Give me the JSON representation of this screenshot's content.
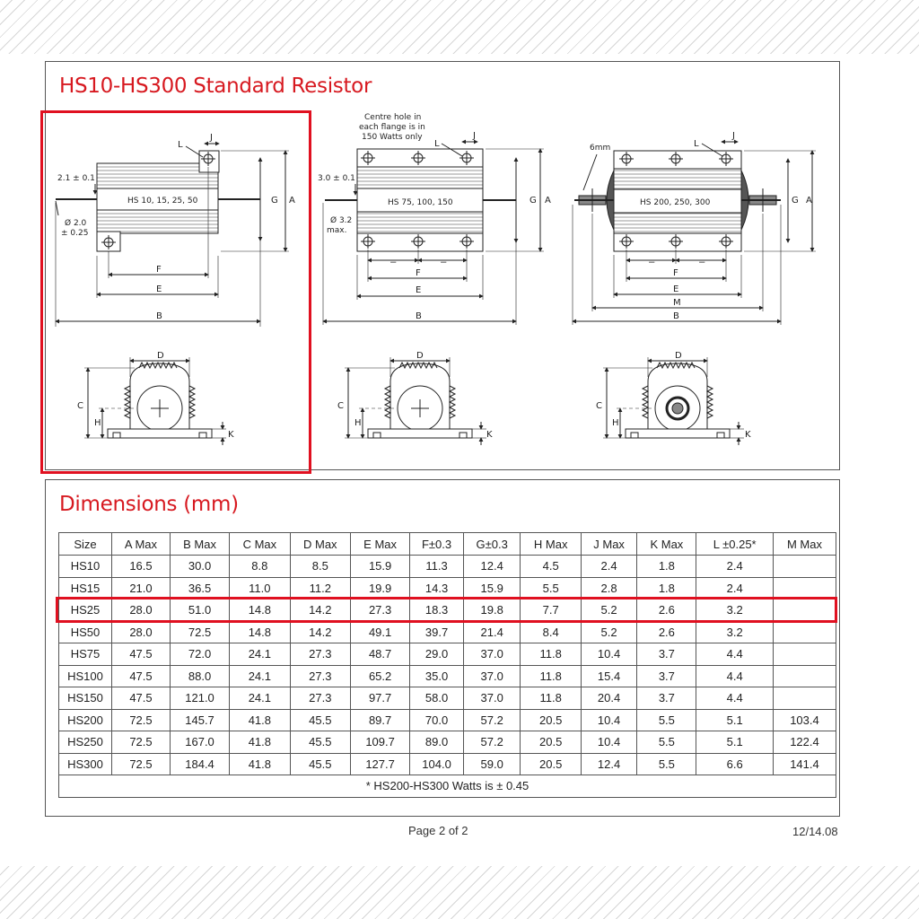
{
  "title": "HS10-HS300 Standard Resistor",
  "drawings": {
    "small": {
      "model_label": "HS  10, 15, 25, 50",
      "tol_label": "2.1 ± 0.1",
      "hole_label_1": "Ø 2.0",
      "hole_label_2": "± 0.25"
    },
    "medium": {
      "model_label": "HS  75,  100,  150",
      "tol_label": "3.0 ± 0.1",
      "hole_label_1": "Ø 3.2",
      "hole_label_2": "max.",
      "note_lines": [
        "Centre hole in",
        "each flange is in",
        "150 Watts only"
      ]
    },
    "large": {
      "model_label": "HS  200,  250,  300",
      "stud_label": "6mm"
    },
    "dim_letters": {
      "a": "A",
      "b": "B",
      "c": "C",
      "d": "D",
      "e": "E",
      "f": "F",
      "g": "G",
      "h": "H",
      "j": "J",
      "k": "K",
      "l": "L",
      "m": "M",
      "eq": "="
    }
  },
  "dimensions": {
    "title": "Dimensions (mm)",
    "headers": [
      "Size",
      "A Max",
      "B Max",
      "C Max",
      "D Max",
      "E Max",
      "F±0.3",
      "G±0.3",
      "H Max",
      "J Max",
      "K Max",
      "L ±0.25*",
      "M Max"
    ],
    "rows": [
      [
        "HS10",
        "16.5",
        "30.0",
        "8.8",
        "8.5",
        "15.9",
        "11.3",
        "12.4",
        "4.5",
        "2.4",
        "1.8",
        "2.4",
        ""
      ],
      [
        "HS15",
        "21.0",
        "36.5",
        "11.0",
        "11.2",
        "19.9",
        "14.3",
        "15.9",
        "5.5",
        "2.8",
        "1.8",
        "2.4",
        ""
      ],
      [
        "HS25",
        "28.0",
        "51.0",
        "14.8",
        "14.2",
        "27.3",
        "18.3",
        "19.8",
        "7.7",
        "5.2",
        "2.6",
        "3.2",
        ""
      ],
      [
        "HS50",
        "28.0",
        "72.5",
        "14.8",
        "14.2",
        "49.1",
        "39.7",
        "21.4",
        "8.4",
        "5.2",
        "2.6",
        "3.2",
        ""
      ],
      [
        "HS75",
        "47.5",
        "72.0",
        "24.1",
        "27.3",
        "48.7",
        "29.0",
        "37.0",
        "11.8",
        "10.4",
        "3.7",
        "4.4",
        ""
      ],
      [
        "HS100",
        "47.5",
        "88.0",
        "24.1",
        "27.3",
        "65.2",
        "35.0",
        "37.0",
        "11.8",
        "15.4",
        "3.7",
        "4.4",
        ""
      ],
      [
        "HS150",
        "47.5",
        "121.0",
        "24.1",
        "27.3",
        "97.7",
        "58.0",
        "37.0",
        "11.8",
        "20.4",
        "3.7",
        "4.4",
        ""
      ],
      [
        "HS200",
        "72.5",
        "145.7",
        "41.8",
        "45.5",
        "89.7",
        "70.0",
        "57.2",
        "20.5",
        "10.4",
        "5.5",
        "5.1",
        "103.4"
      ],
      [
        "HS250",
        "72.5",
        "167.0",
        "41.8",
        "45.5",
        "109.7",
        "89.0",
        "57.2",
        "20.5",
        "10.4",
        "5.5",
        "5.1",
        "122.4"
      ],
      [
        "HS300",
        "72.5",
        "184.4",
        "41.8",
        "45.5",
        "127.7",
        "104.0",
        "59.0",
        "20.5",
        "12.4",
        "5.5",
        "6.6",
        "141.4"
      ]
    ],
    "footnote": "* HS200-HS300 Watts is ± 0.45",
    "highlighted_row": "HS25"
  },
  "footer": {
    "page": "Page 2 of 2",
    "date": "12/14.08"
  },
  "colors": {
    "accent": "#d71920",
    "highlight": "#e01020"
  }
}
